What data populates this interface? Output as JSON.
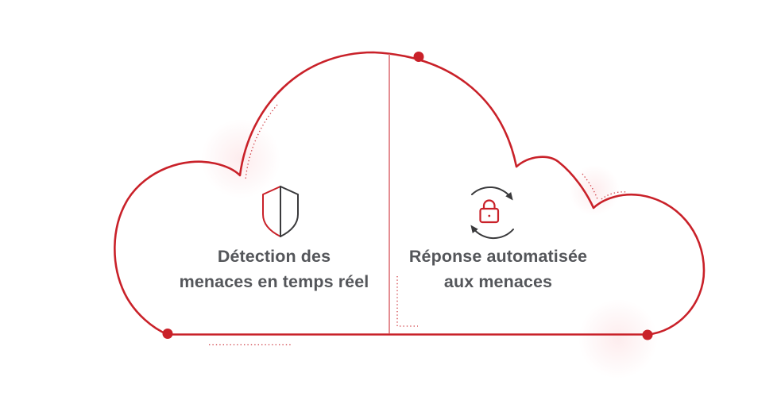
{
  "colors": {
    "accent": "#c92129",
    "divider": "#e0797e",
    "icon_dark": "#3a3a3c",
    "text": "#54565a",
    "glow": "#f0707a"
  },
  "panels": {
    "left": {
      "icon": "shield-icon",
      "line1": "Détection des",
      "line2": "menaces en temps réel"
    },
    "right": {
      "icon": "lock-sync-icon",
      "line1": "Réponse automatisée",
      "line2": "aux menaces"
    }
  }
}
